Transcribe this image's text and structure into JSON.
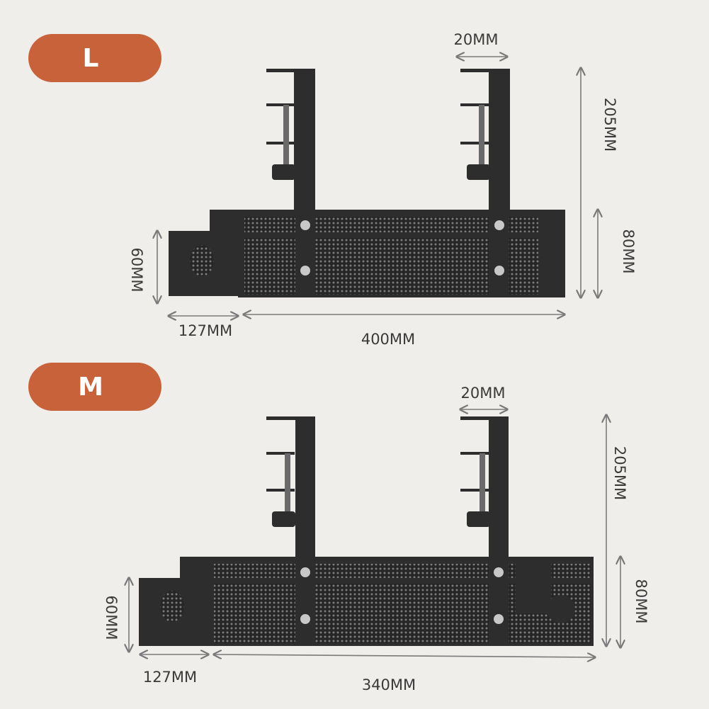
{
  "colors": {
    "background": "#f0eeeb",
    "badge": "#c8623b",
    "metal": "#2d2d2d",
    "mesh": "#5a5a5a"
  },
  "variants": [
    {
      "size_label": "L",
      "dimensions": {
        "clamp_width": "20MM",
        "total_height": "205MM",
        "basket_height": "80MM",
        "side_height": "60MM",
        "side_width": "127MM",
        "main_length": "400MM"
      }
    },
    {
      "size_label": "M",
      "dimensions": {
        "clamp_width": "20MM",
        "total_height": "205MM",
        "basket_height": "80MM",
        "side_height": "60MM",
        "side_width": "127MM",
        "main_length": "340MM"
      }
    }
  ]
}
